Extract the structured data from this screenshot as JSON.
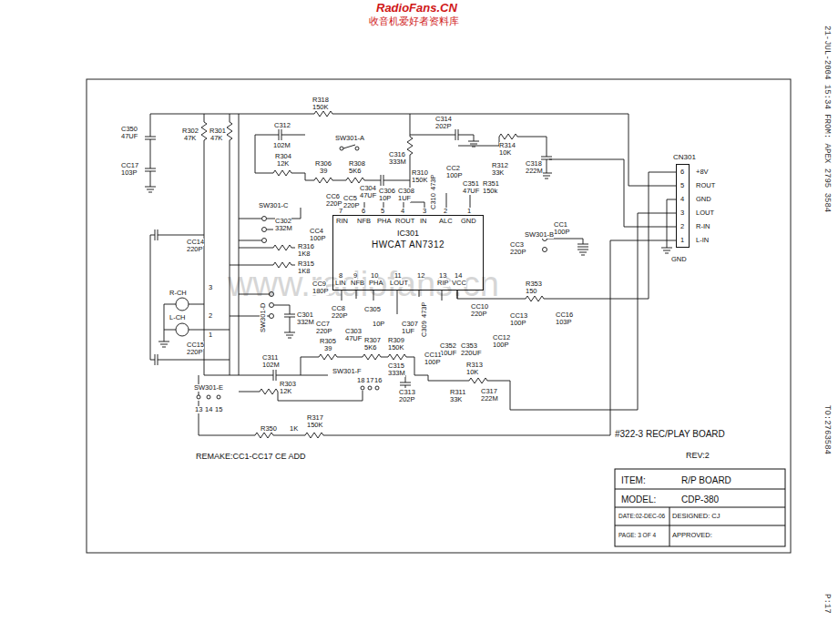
{
  "diagram": {
    "nodes": [
      {
        "text": [
          "IC301",
          "HWCAT AN7312"
        ]
      },
      {
        "text": [
          "CN301"
        ]
      }
    ],
    "labels": [
      "RadioFans.CN",
      "收音机爱好者资料库",
      "21-JUL-2004 15:34 FROM: APEX 2795 3584",
      "TO:2763584",
      "P:17",
      "www.radiofans.cn",
      "C350",
      "47UF",
      "CC17",
      "103P",
      "R302",
      "47K",
      "R301",
      "47K",
      "R318",
      "150K",
      "C312",
      "102M",
      "R304",
      "12K",
      "SW301-A",
      "C314",
      "202P",
      "C316",
      "333M",
      "R306",
      "39",
      "R308",
      "5K6",
      "R310",
      "150K",
      "CC2",
      "100P",
      "R314",
      "10K",
      "R312",
      "33K",
      "C318",
      "222M",
      "C304",
      "47UF",
      "C310",
      "473P",
      "C351",
      "47UF",
      "R351",
      "150k",
      "SW301-C",
      "CC6",
      "220P",
      "CC5",
      "220P",
      "C302",
      "332M",
      "C306",
      "10P",
      "C308",
      "1UF",
      "CC4",
      "100P",
      "SW301-B",
      "CC1",
      "100P",
      "CC3",
      "220P",
      "7",
      "RIN",
      "6",
      "NFB",
      "5",
      "PHA",
      "4",
      "ROUT",
      "3",
      "IN",
      "2",
      "ALC",
      "1",
      "GND",
      "8",
      "LIN",
      "9",
      "NFB",
      "10",
      "PHA",
      "11",
      "LOUT",
      "12",
      "13",
      "RIP",
      "14",
      "VCC",
      "R316",
      "1K8",
      "R315",
      "1K8",
      "CC14",
      "220P",
      "R-CH",
      "L-CH",
      "3",
      "2",
      "1",
      "CC15",
      "220P",
      "CC9",
      "180P",
      "SW301-D",
      "C301",
      "332M",
      "CC8",
      "220P",
      "CC7",
      "220P",
      "C305",
      "10P",
      "C303",
      "47UF",
      "C307",
      "1UF",
      "C309",
      "473P",
      "CC10",
      "220P",
      "CC13",
      "100P",
      "CC16",
      "103P",
      "R353",
      "150",
      "CC12",
      "100P",
      "C352",
      "10UF",
      "C353",
      "220UF",
      "CC11",
      "100P",
      "R305",
      "39",
      "R307",
      "5K6",
      "R309",
      "150K",
      "C315",
      "333M",
      "C311",
      "102M",
      "R303",
      "12K",
      "SW301-F",
      "18",
      "17",
      "16",
      "R313",
      "10K",
      "R311",
      "33K",
      "C317",
      "222M",
      "C313",
      "202P",
      "SW301-E",
      "13",
      "14",
      "15",
      "R350",
      "1K",
      "R317",
      "150K",
      "REMAKE:CC1-CC17 CE ADD",
      "#322-3 REC/PLAY BOARD",
      "REV:2",
      "ITEM:",
      "R/P BOARD",
      "MODEL:",
      "CDP-380",
      "DATE:02-DEC-06",
      "DESIGNED: CJ",
      "PAGE: 3 OF 4",
      "APPROVED:",
      "+8V",
      "ROUT",
      "GND",
      "LOUT",
      "R-IN",
      "L-IN",
      "GND",
      "6",
      "5",
      "4",
      "3",
      "2",
      "1"
    ]
  }
}
